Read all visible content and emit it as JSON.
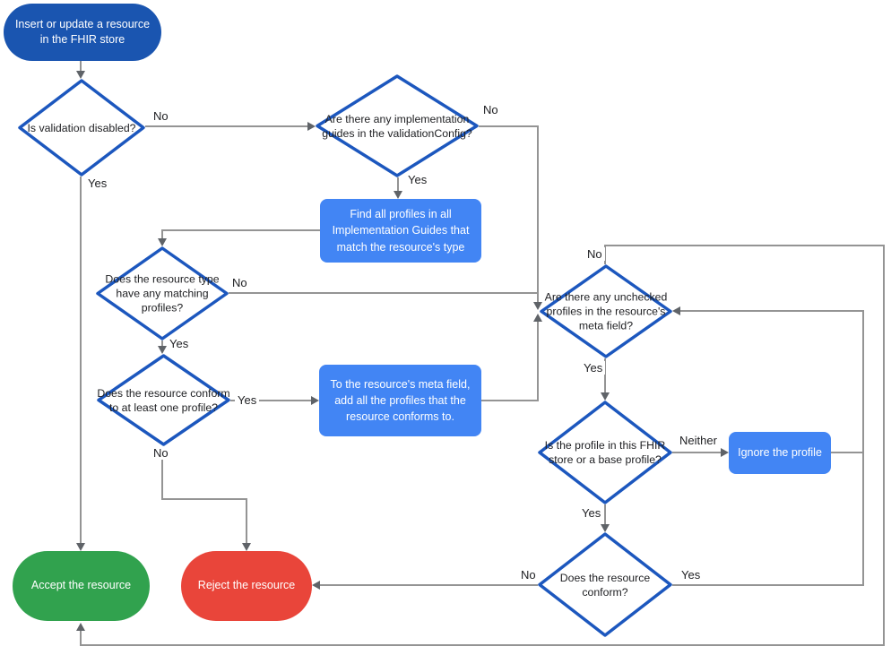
{
  "theme": {
    "start_blue": "#1a55b0",
    "process_blue": "#4285f4",
    "accept_green": "#31a24e",
    "reject_red": "#e9453a",
    "diamond_stroke": "#1c57be",
    "line_gray": "#949494",
    "arrow_gray": "#5f6368",
    "label_dark": "#202124"
  },
  "nodes": {
    "start": {
      "label": "Insert or update a resource in the FHIR store"
    },
    "validation_disabled": {
      "label": "Is validation disabled?"
    },
    "implementation_guides": {
      "label": "Are there any implementation guides in the validationConfig?"
    },
    "find_profiles": {
      "label": "Find all profiles in all Implementation Guides that match the resource's type"
    },
    "matching_profiles": {
      "label": "Does the resource type have any matching profiles?"
    },
    "conforms_to_one": {
      "label": "Does the resource conform to at least one profile?"
    },
    "add_profiles_to_meta": {
      "label": "To the resource's meta field, add all the profiles that the resource conforms to."
    },
    "unchecked_profiles": {
      "label": "Are there any unchecked profiles in the resource's meta field?"
    },
    "profile_in_store": {
      "label": "Is the profile in this FHIR store or a base profile?"
    },
    "ignore_profile": {
      "label": "Ignore the profile"
    },
    "resource_conforms": {
      "label": "Does the resource conform?"
    },
    "accept": {
      "label": "Accept the resource"
    },
    "reject": {
      "label": "Reject the resource"
    }
  },
  "edges": {
    "validation_no": "No",
    "validation_yes": "Yes",
    "guides_no": "No",
    "guides_yes": "Yes",
    "matching_no": "No",
    "matching_yes": "Yes",
    "conforms_one_yes": "Yes",
    "conforms_one_no": "No",
    "unchecked_no": "No",
    "unchecked_yes": "Yes",
    "profile_neither": "Neither",
    "profile_yes": "Yes",
    "conforms_no": "No",
    "conforms_yes": "Yes"
  }
}
